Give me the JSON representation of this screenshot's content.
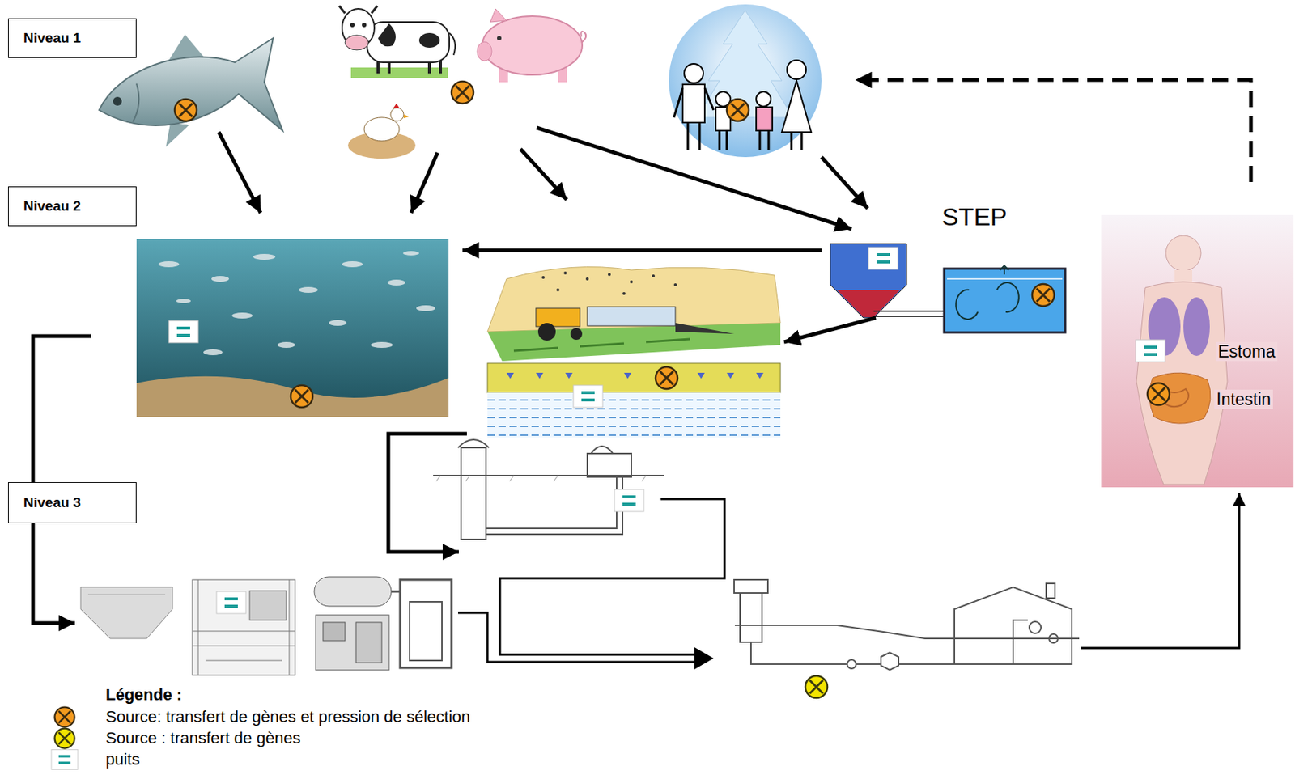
{
  "diagram": {
    "nodes": [
      {
        "text": [
          "Niveau 1"
        ]
      },
      {
        "text": [
          "Niveau 2"
        ]
      },
      {
        "text": [
          "Niveau 3"
        ]
      }
    ],
    "labels": [
      "STEP",
      "Estoma",
      "Intestin",
      "Légende :"
    ],
    "legend": [
      {
        "text": "Source: transfert de gènes et pression de sélection"
      },
      {
        "text": "Source : transfert de gènes"
      },
      {
        "text": "puits"
      }
    ]
  }
}
